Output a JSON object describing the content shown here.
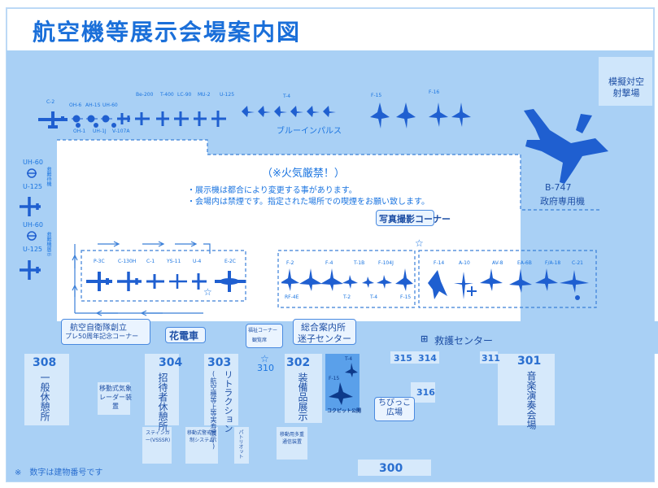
{
  "title": "航空機等展示会場案内図",
  "top_aircraft": [
    "C-2",
    "OH-6",
    "AH-1S",
    "UH-60",
    "Be-200",
    "T-400",
    "LC-90",
    "MU-2",
    "U-125",
    "T-4",
    "F-15",
    "F-16"
  ],
  "top_aircraft_lower": [
    "OH-1",
    "UH-1J",
    "V-107A"
  ],
  "blue_impulse": "ブルーインパルス",
  "zone_right_top": "模擬対空射撃場",
  "b747": {
    "model": "B-747",
    "label": "政府専用機"
  },
  "left_aircraft": [
    "UH-60",
    "U-125",
    "UH-60",
    "U-125"
  ],
  "left_labels": [
    "救難待機",
    "救難機展示"
  ],
  "notice": {
    "heading": "（※火気厳禁！）",
    "line1": "・展示機は都合により変更する事があります。",
    "line2": "・会場内は禁煙です。指定された場所での喫煙をお願い致します。"
  },
  "photo_corner": "写真撮影コーナー",
  "group_left": [
    "P-3C",
    "C-130H",
    "C-1",
    "YS-11",
    "U-4",
    "E-2C"
  ],
  "group_mid_top": [
    "F-2",
    "F-4",
    "T-1B",
    "F-104J"
  ],
  "group_mid_bottom": [
    "RF-4E",
    "T-2",
    "T-4",
    "F-15"
  ],
  "group_right": [
    "F-14",
    "A-10",
    "AV-8",
    "EA-6B",
    "F/A-18",
    "C-21"
  ],
  "callout_50th": {
    "line1": "航空自衛隊創立",
    "line2": "プレ50周年記念コーナー"
  },
  "hanadensha": "花電車",
  "welfare": {
    "line1": "福祉コーナー",
    "line2": "観覧席"
  },
  "info_center": {
    "line1": "総合案内所",
    "line2": "迷子センター"
  },
  "rescue_center": "救護センター",
  "buildings": {
    "b308": {
      "num": "308",
      "label": "一般休憩所"
    },
    "b304": {
      "num": "304",
      "label": "招待者休憩所"
    },
    "b303": {
      "num": "303",
      "label": "リトラクション",
      "sub": "(航空機等上等実寿展示)"
    },
    "b302": {
      "num": "302",
      "label": "装備品展示"
    },
    "b315": {
      "num": "315"
    },
    "b314": {
      "num": "314"
    },
    "b316": {
      "num": "316"
    },
    "b311": {
      "num": "311"
    },
    "b301": {
      "num": "301",
      "label": "音楽演奏会場"
    },
    "b310": {
      "num": "310"
    },
    "b300": {
      "num": "300"
    }
  },
  "mobile_weather": "移動式気象レーダー装置",
  "stinger": "スティンガー(VSSSR)",
  "mobile_control": "移動式警戒管制システム",
  "patriot": "パトリオット",
  "mobile_comm": "移動用多重通信装置",
  "cockpit": {
    "top": "T-4",
    "bottom": "F-15",
    "label": "コクピット公開"
  },
  "chibikko": "ちびっこ広場",
  "footnote": "※　数字は建物番号です",
  "colors": {
    "bg_blue": "#a9d0f5",
    "accent": "#1a74e0",
    "plane": "#1f5fd0"
  }
}
